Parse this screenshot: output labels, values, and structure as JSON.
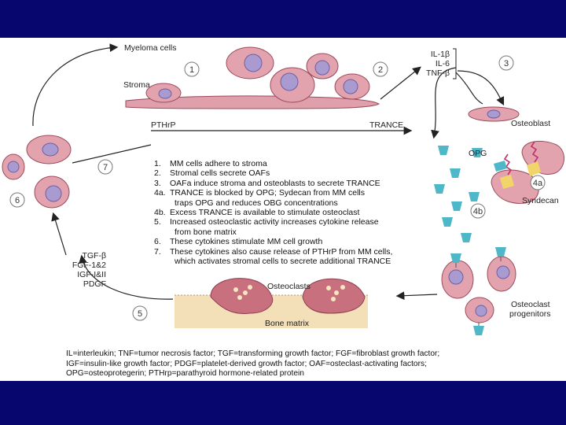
{
  "labels": {
    "myeloma_cells": "Myeloma cells",
    "stroma": "Stroma",
    "osteoblast": "Osteoblast",
    "opg": "OPG",
    "syndecan": "Syndecan",
    "pthrp": "PTHrP",
    "trance": "TRANCE",
    "osteoclasts": "Osteoclasts",
    "bone_matrix": "Bone matrix",
    "osteoclast_progenitors_1": "Osteoclast",
    "osteoclast_progenitors_2": "progenitors"
  },
  "cytokines_top": [
    "IL-1β",
    "IL-6",
    "TNF-β"
  ],
  "growth_factors": [
    "TGF-β",
    "FGF-1&2",
    "IGF-I&II",
    "PDGF"
  ],
  "step_markers": {
    "s1": "1",
    "s2": "2",
    "s3": "3",
    "s4a": "4a",
    "s4b": "4b",
    "s5": "5",
    "s6": "6",
    "s7": "7"
  },
  "legend": [
    {
      "n": "1.",
      "text": "MM cells adhere to stroma"
    },
    {
      "n": "2.",
      "text": "Stromal cells secrete OAFs"
    },
    {
      "n": "3.",
      "text": "OAFa induce stroma and osteoblasts to secrete TRANCE"
    },
    {
      "n": "4a.",
      "text": "TRANCE is blocked by OPG; Sydecan from MM cells"
    },
    {
      "n": "",
      "text": "traps OPG and reduces OBG concentrations",
      "sub": true
    },
    {
      "n": "4b.",
      "text": "Excess TRANCE is available to stimulate osteoclast"
    },
    {
      "n": "5.",
      "text": "Increased osteoclastic activity increases cytokine release"
    },
    {
      "n": "",
      "text": "from bone matrix",
      "sub": true
    },
    {
      "n": "6.",
      "text": "These cytokines stimulate MM cell growth"
    },
    {
      "n": "7.",
      "text": "These cytokines also cause release of PTHrP from MM cells,"
    },
    {
      "n": "",
      "text": "which activates stromal cells to secrete additional TRANCE",
      "sub": true
    }
  ],
  "abbreviations": [
    "IL=interleukin; TNF=tumor necrosis factor;  TGF=transforming growth factor; FGF=fibroblast growth factor;",
    "IGF=insulin-like growth factor; PDGF=platelet-derived growth factor; OAF=osteclast-activating factors;",
    "OPG=osteoprotegerin; PTHrp=parathyroid hormone-related protein"
  ],
  "colors": {
    "cell_fill": "#e3a3ae",
    "cell_stroke": "#9c4a5a",
    "nucleus": "#a99ad0",
    "opg": "#4fb8c8",
    "syndecan_fill": "#f2d56a",
    "syndecan_zig": "#c0306a",
    "bone_matrix": "#f3dfb8",
    "frame": "#06066e"
  }
}
